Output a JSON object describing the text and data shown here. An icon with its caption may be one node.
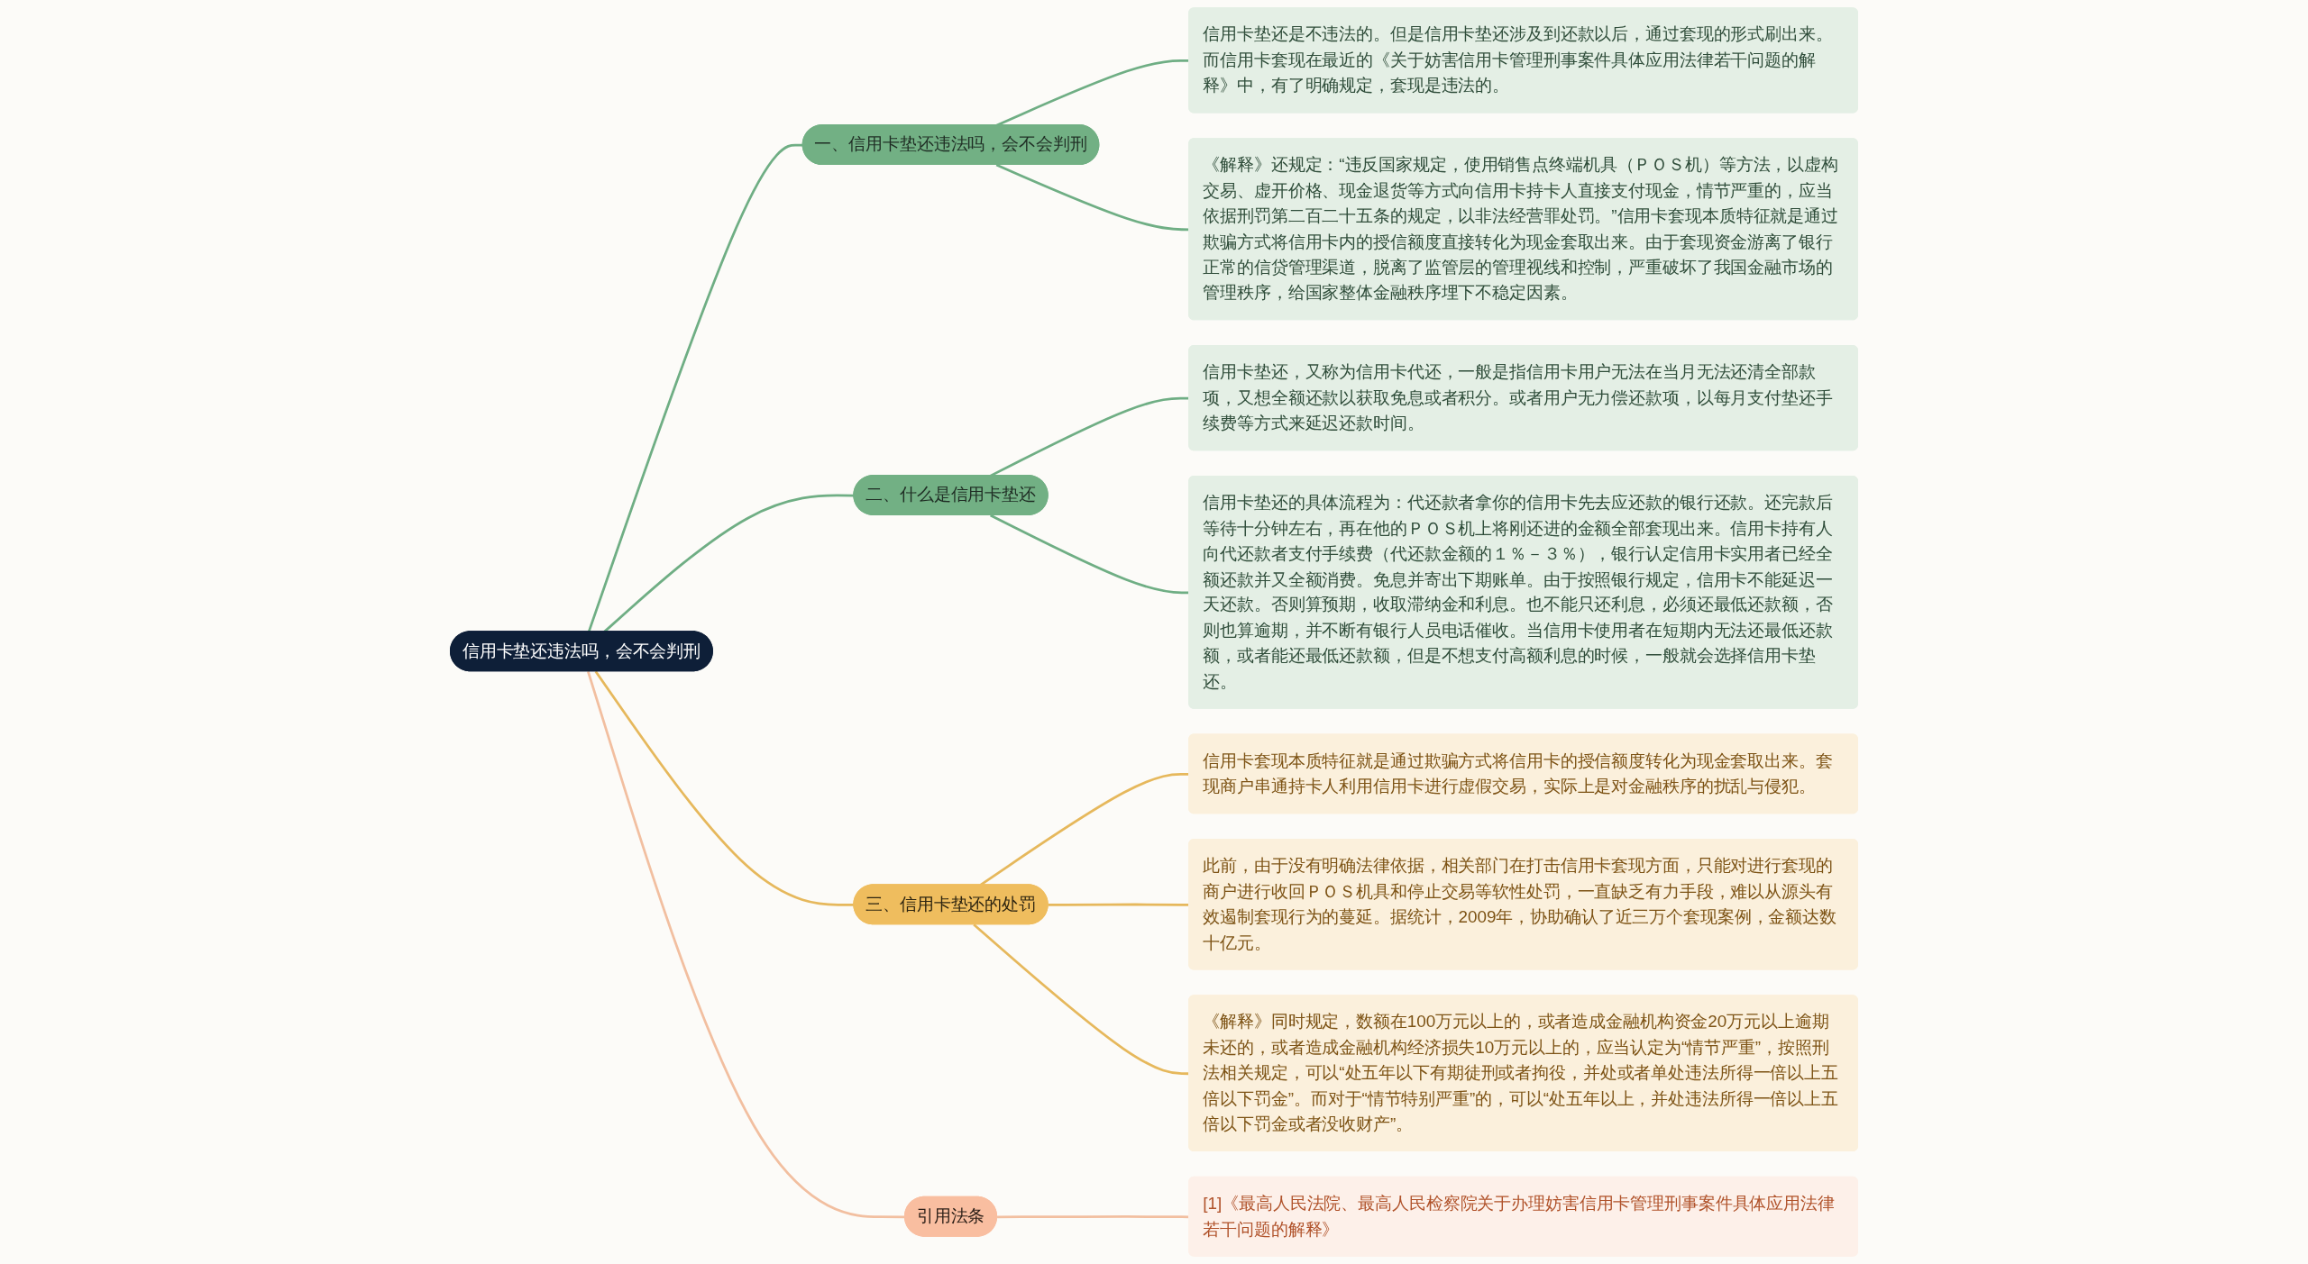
{
  "diagram": {
    "nodes": [
      {
        "text": [
          "信用卡垫还违法吗，会不会判刑"
        ]
      },
      {
        "text": [
          "一、信用卡垫还违法吗，会不会判刑"
        ]
      },
      {
        "text": [
          "信用卡垫还是不违法的。但是信用卡垫还涉及到还款以后，通过套现的形式刷出来。而信用卡套现在最近的《关于妨害信用卡管理刑事案件具体应用法律若干问题的解释》中，有了明确规定，套现是违法的。"
        ]
      },
      {
        "text": [
          "《解释》还规定：“违反国家规定，使用销售点终端机具（ＰＯＳ机）等方法，以虚构交易、虚开价格、现金退货等方式向信用卡持卡人直接支付现金，情节严重的，应当依据刑罚第二百二十五条的规定，以非法经营罪处罚。”信用卡套现本质特征就是通过欺骗方式将信用卡内的授信额度直接转化为现金套取出来。由于套现资金游离了银行正常的信贷管理渠道，脱离了监管层的管理视线和控制，严重破坏了我国金融市场的管理秩序，给国家整体金融秩序埋下不稳定因素。"
        ]
      },
      {
        "text": [
          "二、什么是信用卡垫还"
        ]
      },
      {
        "text": [
          "信用卡垫还，又称为信用卡代还，一般是指信用卡用户无法在当月无法还清全部款项，又想全额还款以获取免息或者积分。或者用户无力偿还款项，以每月支付垫还手续费等方式来延迟还款时间。"
        ]
      },
      {
        "text": [
          "信用卡垫还的具体流程为：代还款者拿你的信用卡先去应还款的银行还款。还完款后等待十分钟左右，再在他的ＰＯＳ机上将刚还进的金额全部套现出来。信用卡持有人向代还款者支付手续费（代还款金额的１％－３％），银行认定信用卡实用者已经全额还款并又全额消费。免息并寄出下期账单。由于按照银行规定，信用卡不能延迟一天还款。否则算预期，收取滞纳金和利息。也不能只还利息，必须还最低还款额，否则也算逾期，并不断有银行人员电话催收。当信用卡使用者在短期内无法还最低还款额，或者能还最低还款额，但是不想支付高额利息的时候，一般就会选择信用卡垫还。"
        ]
      },
      {
        "text": [
          "三、信用卡垫还的处罚"
        ]
      },
      {
        "text": [
          "信用卡套现本质特征就是通过欺骗方式将信用卡的授信额度转化为现金套取出来。套现商户串通持卡人利用信用卡进行虚假交易，实际上是对金融秩序的扰乱与侵犯。"
        ]
      },
      {
        "text": [
          "此前，由于没有明确法律依据，相关部门在打击信用卡套现方面，只能对进行套现的商户进行收回ＰＯＳ机具和停止交易等软性处罚，一直缺乏有力手段，难以从源头有效遏制套现行为的蔓延。据统计，2009年，协助确认了近三万个套现案例，金额达数十亿元。"
        ]
      },
      {
        "text": [
          "《解释》同时规定，数额在100万元以上的，或者造成金融机构资金20万元以上逾期未还的，或者造成金融机构经济损失10万元以上的，应当认定为“情节严重”，按照刑法相关规定，可以“处五年以下有期徒刑或者拘役，并处或者单处违法所得一倍以上五倍以下罚金”。而对于“情节特别严重”的，可以“处五年以上，并处违法所得一倍以上五倍以下罚金或者没收财产”。"
        ]
      },
      {
        "text": [
          "引用法条"
        ]
      },
      {
        "text": [
          "[1]《最高人民法院、最高人民检察院关于办理妨害信用卡管理刑事案件具体应用法律若干问题的解释》"
        ]
      }
    ],
    "edges": [
      {
        "from": 0,
        "to": 1,
        "arrow": "none"
      },
      {
        "from": 1,
        "to": 2,
        "arrow": "none"
      },
      {
        "from": 1,
        "to": 3,
        "arrow": "none"
      },
      {
        "from": 0,
        "to": 4,
        "arrow": "none"
      },
      {
        "from": 4,
        "to": 5,
        "arrow": "none"
      },
      {
        "from": 4,
        "to": 6,
        "arrow": "none"
      },
      {
        "from": 0,
        "to": 7,
        "arrow": "none",
        "color": "#e6b85c"
      },
      {
        "from": 7,
        "to": 8,
        "arrow": "none",
        "color": "#e6b85c"
      },
      {
        "from": 7,
        "to": 9,
        "arrow": "none",
        "color": "#e6b85c"
      },
      {
        "from": 7,
        "to": 10,
        "arrow": "none",
        "color": "#e6b85c"
      },
      {
        "from": 0,
        "to": 11,
        "arrow": "none",
        "color": "#f2bfa0"
      },
      {
        "from": 11,
        "to": 12,
        "arrow": "none",
        "color": "#f2bfa0"
      }
    ]
  }
}
